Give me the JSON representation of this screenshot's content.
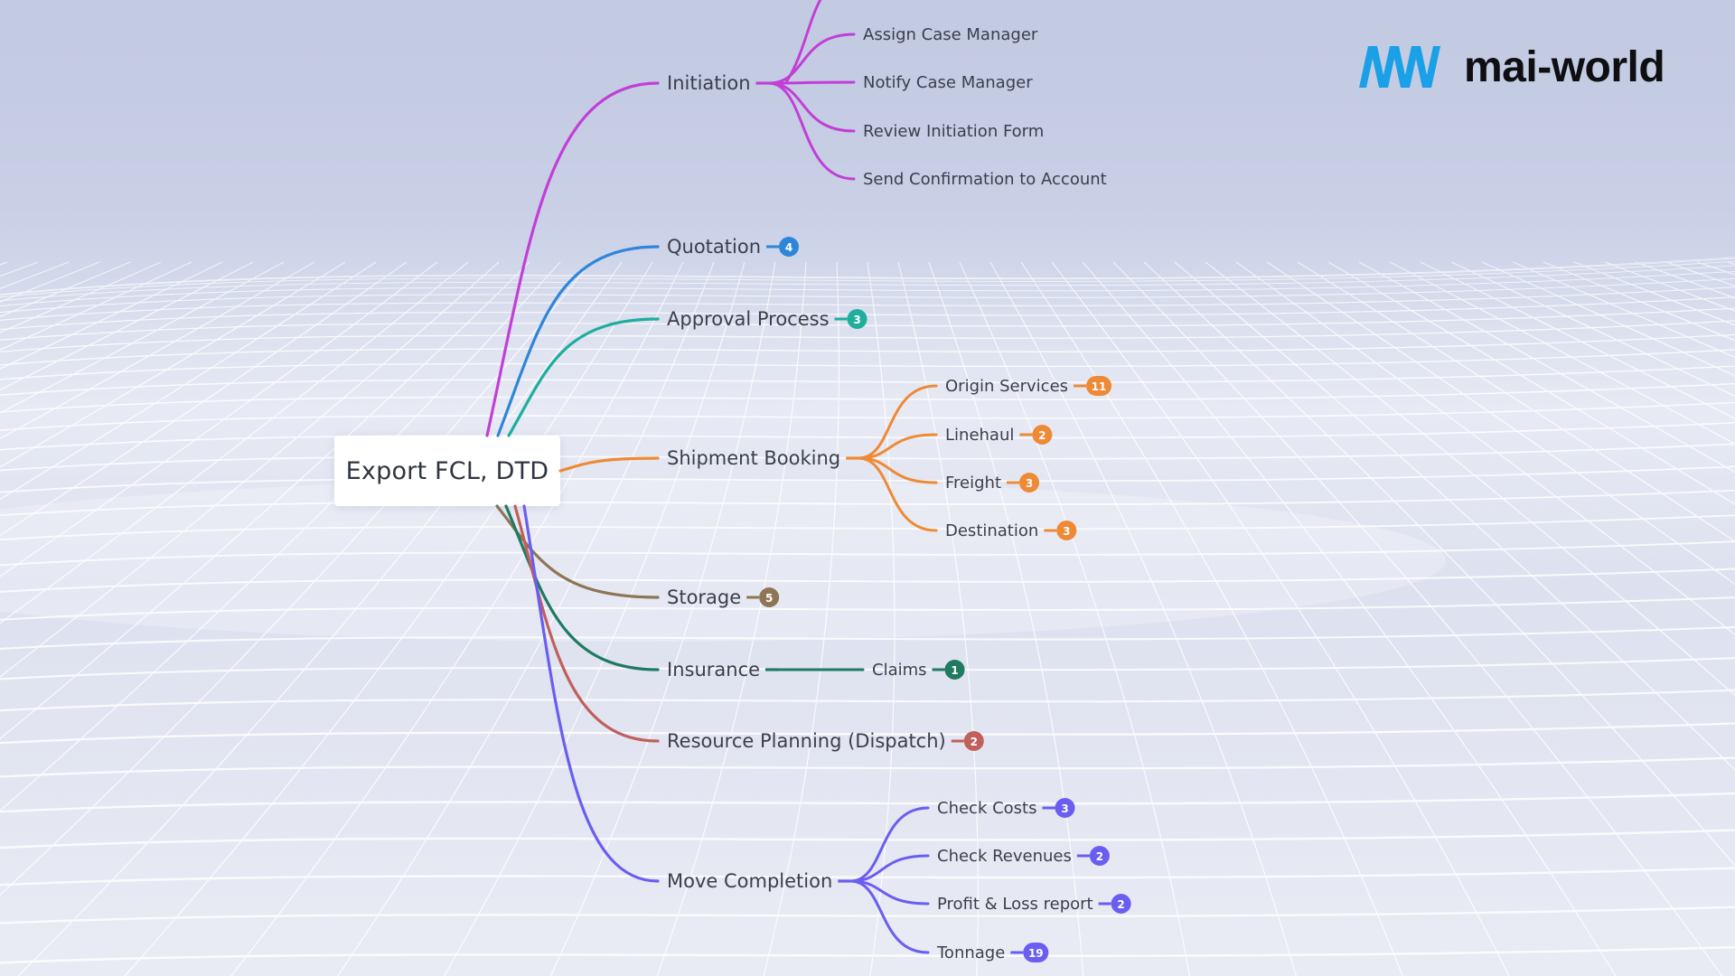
{
  "brand": {
    "name": "mai-world",
    "color": "#1aa0e6"
  },
  "root": {
    "label": "Export FCL, DTD"
  },
  "branches": [
    {
      "label": "Initiation",
      "color": "#c23fd6",
      "children": [
        {
          "label": "Assign Case Manager"
        },
        {
          "label": "Notify Case Manager"
        },
        {
          "label": "Review Initiation Form"
        },
        {
          "label": "Send Confirmation to Account"
        }
      ]
    },
    {
      "label": "Quotation",
      "color": "#2f86d9",
      "count": "4"
    },
    {
      "label": "Approval Process",
      "color": "#1fae9e",
      "count": "3"
    },
    {
      "label": "Shipment Booking",
      "color": "#ee8a36",
      "children": [
        {
          "label": "Origin Services",
          "count": "11"
        },
        {
          "label": "Linehaul",
          "count": "2"
        },
        {
          "label": "Freight",
          "count": "3"
        },
        {
          "label": "Destination",
          "count": "3"
        }
      ]
    },
    {
      "label": "Storage",
      "color": "#8e7556",
      "count": "5"
    },
    {
      "label": "Insurance",
      "color": "#1f7a61",
      "children": [
        {
          "label": "Claims",
          "count": "1"
        }
      ]
    },
    {
      "label": "Resource Planning (Dispatch)",
      "color": "#c0605c",
      "count": "2"
    },
    {
      "label": "Move Completion",
      "color": "#6a5ef0",
      "children": [
        {
          "label": "Check Costs",
          "count": "3"
        },
        {
          "label": "Check Revenues",
          "count": "2"
        },
        {
          "label": "Profit & Loss report",
          "count": "2"
        },
        {
          "label": "Tonnage",
          "count": "19"
        }
      ]
    }
  ]
}
